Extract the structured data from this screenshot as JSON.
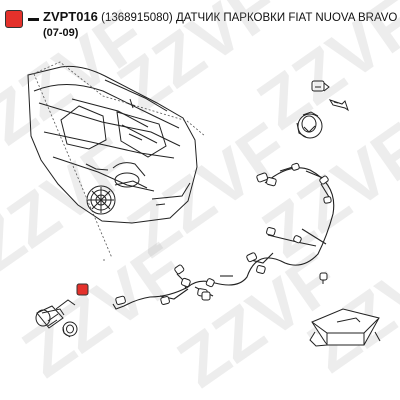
{
  "header": {
    "code": "ZVPT016",
    "part_numbers": "(1368915080)",
    "description": "ДАТЧИК ПАРКОВКИ FIAT NUOVA BRAVO",
    "years": "(07-09)"
  },
  "watermark": {
    "text": "ZZVF"
  },
  "colors": {
    "accent": "#e4312b",
    "line": "#222222"
  }
}
